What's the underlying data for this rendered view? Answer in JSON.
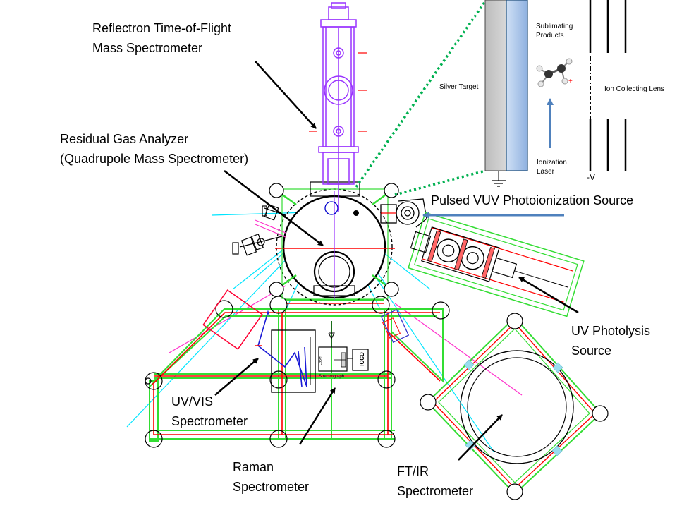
{
  "labels": {
    "reflectron_l1": "Reflectron Time-of-Flight",
    "reflectron_l2": "Mass Spectrometer",
    "rga_l1": "Residual Gas Analyzer",
    "rga_l2": "(Quadrupole Mass Spectrometer)",
    "vuv": "Pulsed VUV Photoionization Source",
    "uvphot_l1": "UV Photolysis",
    "uvphot_l2": "Source",
    "uvvis_l1": "UV/VIS",
    "uvvis_l2": "Spectrometer",
    "raman_l1": "Raman",
    "raman_l2": "Spectrometer",
    "ftir_l1": "FT/IR",
    "ftir_l2": "Spectrometer"
  },
  "inset": {
    "silver_target": "Silver Target",
    "sublimating_l1": "Sublimating",
    "sublimating_l2": "Products",
    "ionization_l1": "Ionization",
    "ionization_l2": "Laser",
    "ion_collecting": "Ion Collecting Lens",
    "voltage": "-V"
  },
  "small_text": {
    "iccd": "ICCD",
    "spectrograph": "Spectrograph",
    "laser": "Laser"
  },
  "colors": {
    "tof": "#9933ff",
    "frame_red": "#ff0000",
    "frame_green": "#33dd33",
    "beam_cyan": "#00e5ff",
    "beam_magenta": "#ff33cc",
    "arrow_blue": "#4f81bd",
    "dotted_green": "#00b050"
  }
}
